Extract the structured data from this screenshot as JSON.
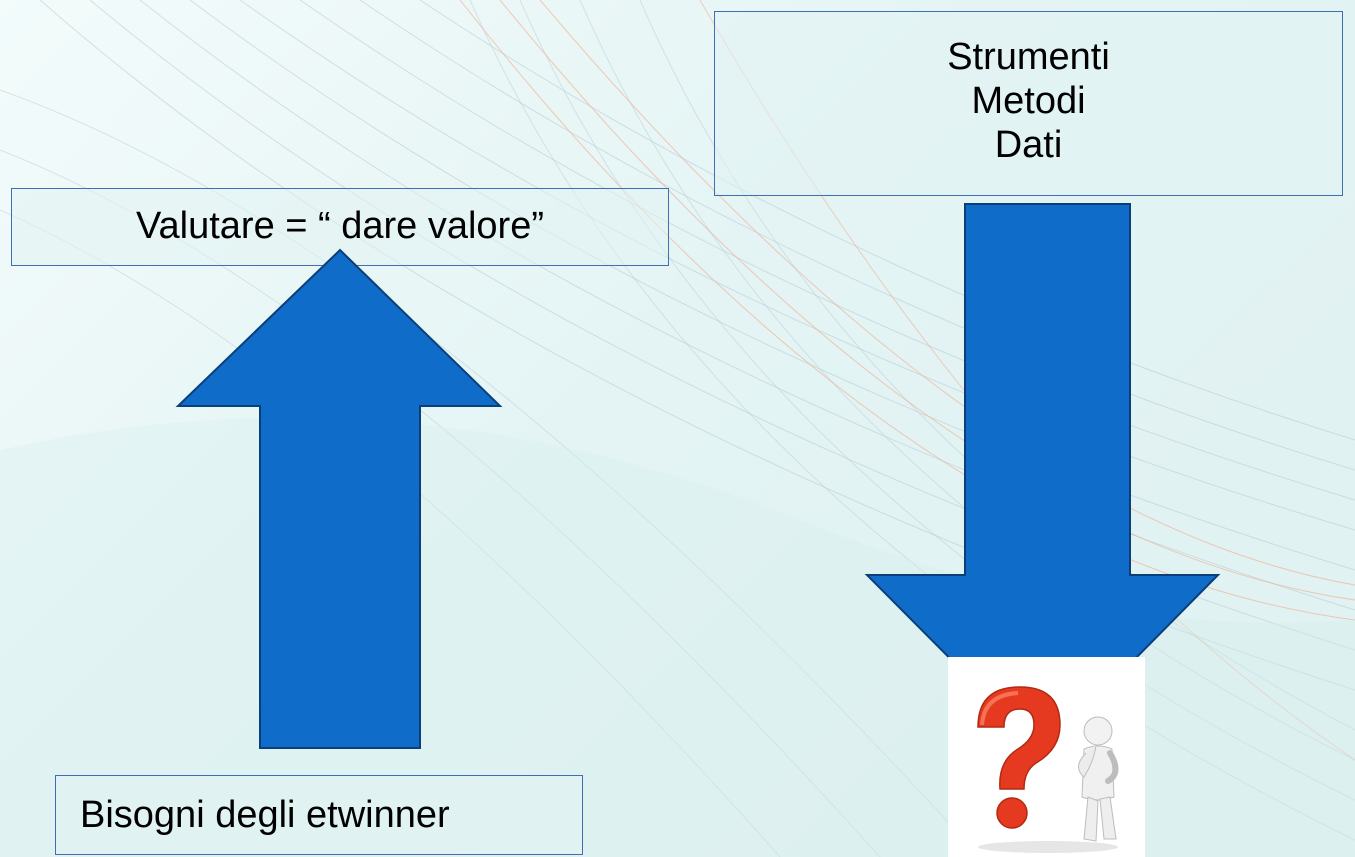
{
  "slide": {
    "top_label": "Valutare = “ dare valore”",
    "right_box_lines": [
      "Strumenti",
      "Metodi",
      "Dati"
    ],
    "bottom_label": "Bisogni degli etwinner"
  },
  "arrows": [
    {
      "direction": "up",
      "color": "#0f6cc9"
    },
    {
      "direction": "down",
      "color": "#0f6cc9"
    }
  ],
  "illustration": {
    "icon": "question-mark-thinker-icon",
    "question_mark_color": "#e53a1f"
  },
  "colors": {
    "arrow_fill": "#0f6cc9",
    "arrow_stroke": "#0a3f7a",
    "box_border": "#3f6fb0",
    "background": "#e4f4f4"
  }
}
